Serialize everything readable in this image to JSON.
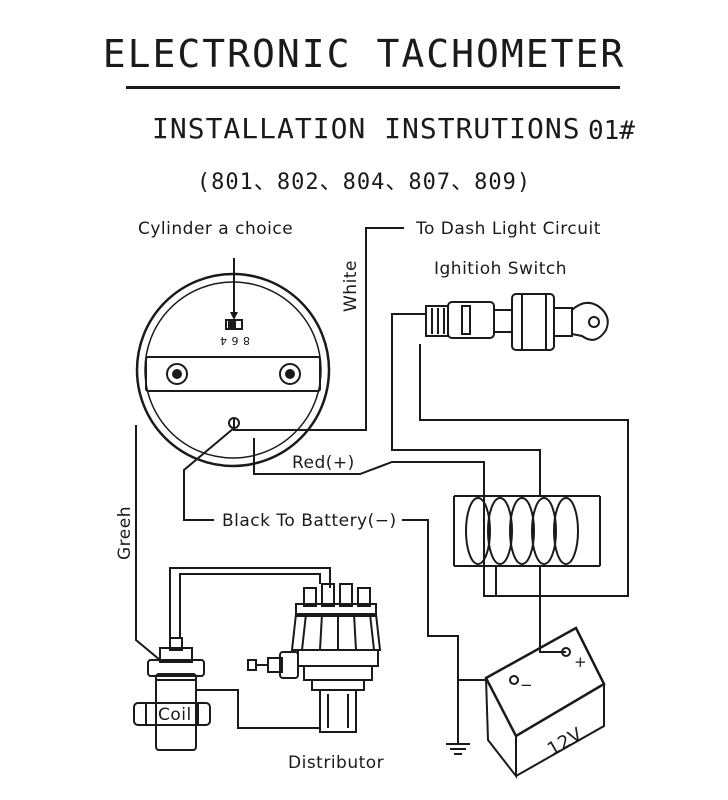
{
  "header": {
    "title": "ELECTRONIC  TACHOMETER",
    "subtitle": "INSTALLATION INSTRUTIONS",
    "code": "01#",
    "models": "(801、802、804、807、809)"
  },
  "labels": {
    "cylinder": "Cylinder a choice",
    "dash_light": "To Dash Light Circuit",
    "ignition": "Ighitioh Switch",
    "white": "White",
    "red": "Red(+)",
    "black": "Black To Battery(−)",
    "green": "Greeh",
    "coil": "Coil",
    "distributor": "Distributor",
    "battery_voltage": "12V",
    "battery_minus": "−",
    "battery_plus": "+",
    "cylinder_switch_marks": "8 6 4"
  }
}
